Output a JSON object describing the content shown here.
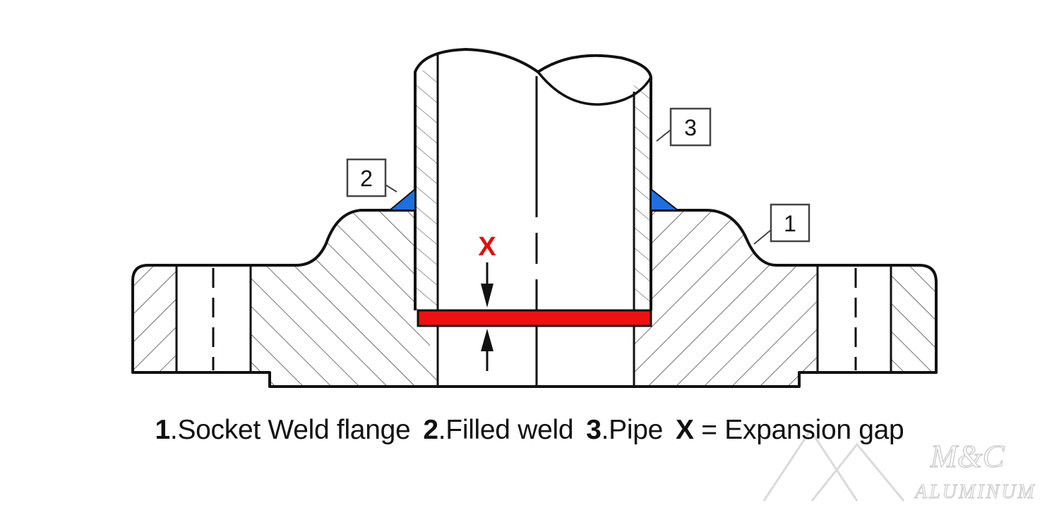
{
  "callouts": {
    "flange": "1",
    "weld": "2",
    "pipe": "3"
  },
  "gap_label": "X",
  "legend": [
    {
      "num": "1",
      "text": ".Socket Weld flange"
    },
    {
      "num": "2",
      "text": ".Filled weld"
    },
    {
      "num": "3",
      "text": ".Pipe"
    },
    {
      "num": "X",
      "text": " = Expansion gap"
    }
  ],
  "watermark": {
    "brand": "M&C",
    "sub": "ALUMINUM"
  },
  "colors": {
    "gap_bar": "#ee1111",
    "gap_label": "#dd1111",
    "weld_fill": "#1f6fe0",
    "outline": "#111111"
  }
}
